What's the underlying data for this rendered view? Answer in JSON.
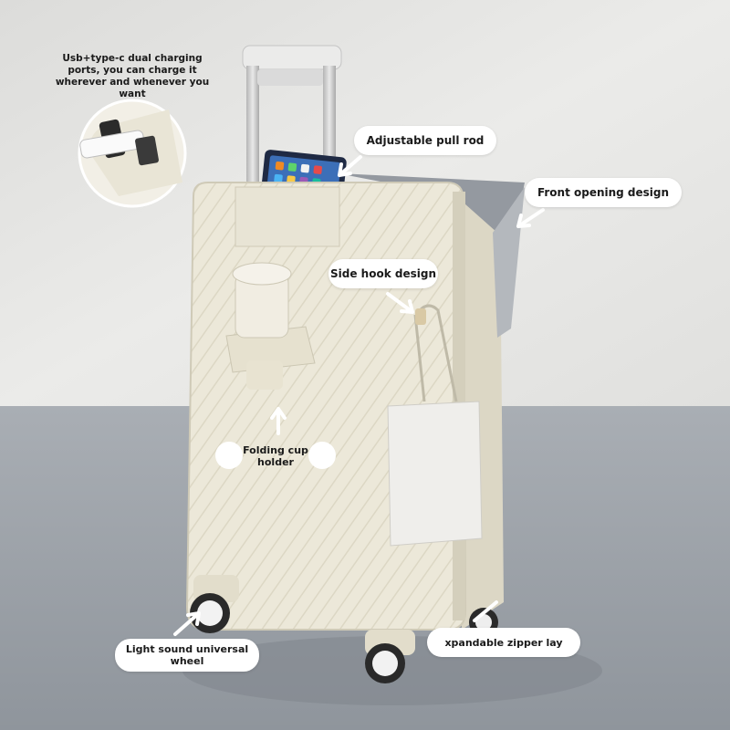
{
  "labels": {
    "charging": "Usb+type-c dual charging ports, you can charge it wherever and whenever you want",
    "pull_rod": "Adjustable pull rod",
    "front_opening": "Front opening design",
    "side_hook": "Side hook design",
    "cup_holder": "Folding cup holder",
    "wheel": "Light sound universal wheel",
    "zipper": "xpandable zipper lay"
  },
  "colors": {
    "wall": "#e6e6e4",
    "floor": "#9ea4ab",
    "suitcase": "#ece8d9",
    "suitcase_shadow": "#d6d1bf",
    "handle": "#c9c9c9",
    "label_bg": "#ffffff",
    "text": "#1a1a1a",
    "lining": "#8f949a",
    "bag": "#ecebe8"
  },
  "icons": [
    "arrow-icon",
    "usb-cable-icon",
    "phone-icon"
  ]
}
